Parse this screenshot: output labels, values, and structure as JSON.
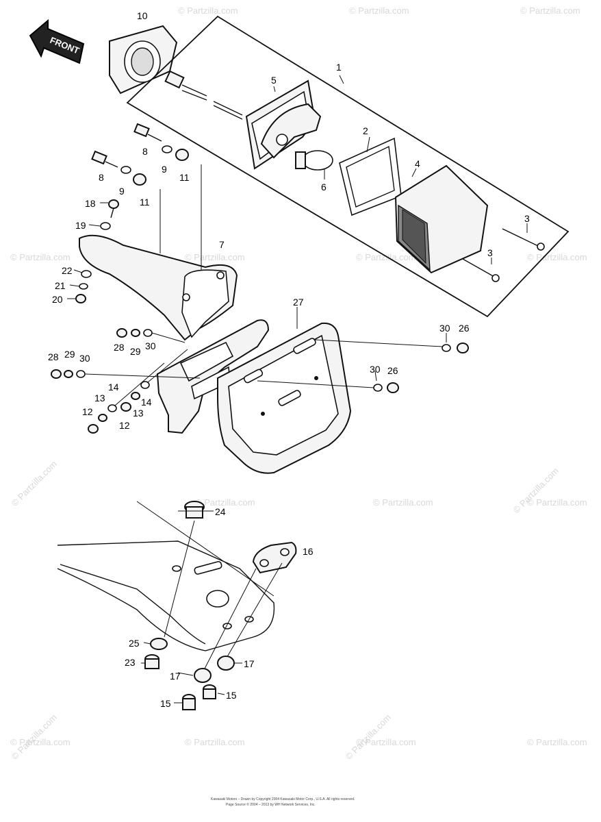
{
  "front_label": "FRONT",
  "watermark": "© Partzilla.com",
  "copyright_line1": "Kawasaki Motors – Drawn by Copyright 2004 Kawasaki Motor Corp., U.S.A. All rights reserved.",
  "copyright_line2": "Page Source © 2004 – 2013 by WH Network Services, Inc.",
  "callouts": {
    "c1": "1",
    "c2": "2",
    "c3a": "3",
    "c3b": "3",
    "c4": "4",
    "c5": "5",
    "c6": "6",
    "c7": "7",
    "c8a": "8",
    "c8b": "8",
    "c9a": "9",
    "c9b": "9",
    "c10": "10",
    "c11a": "11",
    "c11b": "11",
    "c12a": "12",
    "c12b": "12",
    "c13a": "13",
    "c13b": "13",
    "c14a": "14",
    "c14b": "14",
    "c15a": "15",
    "c15b": "15",
    "c16": "16",
    "c17a": "17",
    "c17b": "17",
    "c18": "18",
    "c19": "19",
    "c20": "20",
    "c21": "21",
    "c22": "22",
    "c23": "23",
    "c24": "24",
    "c25": "25",
    "c26a": "26",
    "c26b": "26",
    "c27": "27",
    "c28a": "28",
    "c28b": "28",
    "c29a": "29",
    "c29b": "29",
    "c30a": "30",
    "c30b": "30",
    "c30c": "30",
    "c30d": "30"
  }
}
